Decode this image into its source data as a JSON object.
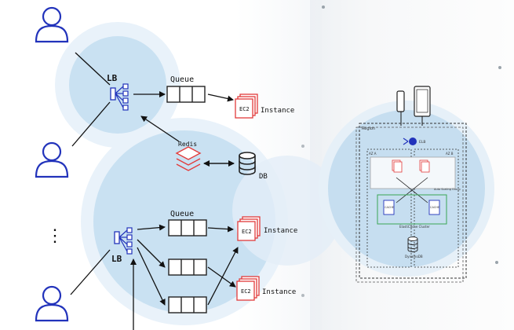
{
  "labels": {
    "lb_top": "LB",
    "lb_bottom": "LB",
    "queue_top": "Queue",
    "queue_bottom": "Queue",
    "ec2": "EC2",
    "instance": "Instance",
    "redis": "Redis",
    "db": "DB"
  },
  "board": {
    "region": "Region",
    "elb": "ELB",
    "az_a": "AZ A",
    "az_b": "AZ B",
    "auto_scaling": "Auto Scaling Group",
    "cache": "CACHE",
    "elasticache": "ElastiCache Cluster",
    "dynamodb": "DynamoDB"
  },
  "ellipsis": "⋮",
  "colors": {
    "sketch_blue": "#2233bb",
    "ec2_red": "#e23b3b",
    "halo": "#cfe4f3",
    "halo_core": "#bcd8ee",
    "cache_green": "#3aa655",
    "ink": "#111111"
  },
  "icons": [
    "user-icon",
    "load-balancer-icon",
    "queue-icon",
    "ec2-instance-icon",
    "redis-icon",
    "database-icon",
    "mobile-phone-icon",
    "tablet-icon",
    "elb-icon",
    "cache-icon",
    "dynamodb-icon"
  ]
}
